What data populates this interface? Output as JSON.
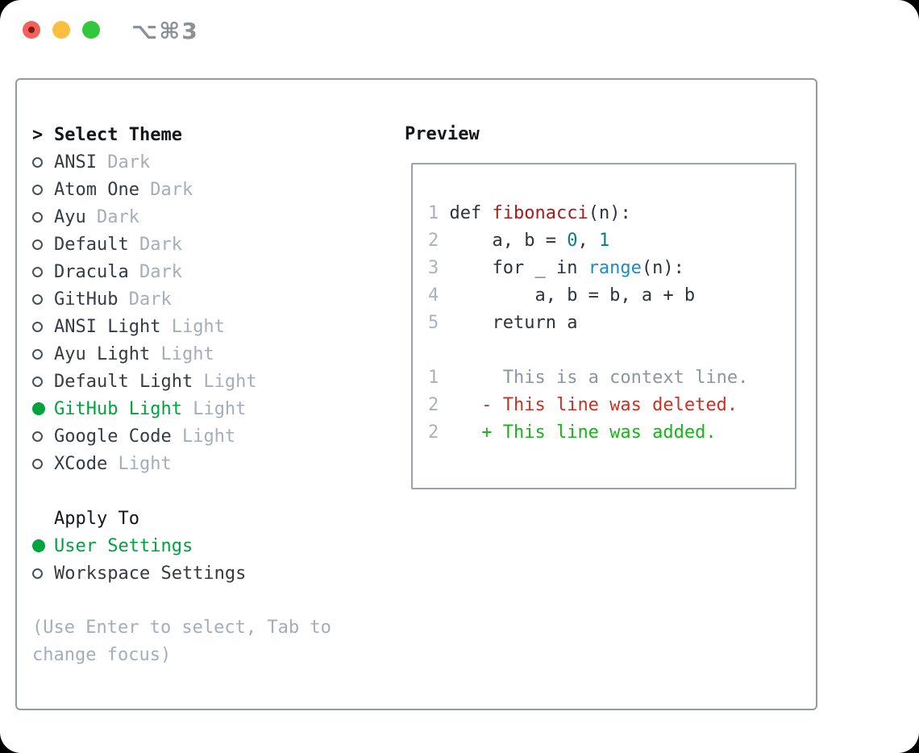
{
  "window": {
    "shortcut": "⌥⌘3",
    "traffic_lights": [
      "close",
      "minimize",
      "zoom"
    ]
  },
  "theme_picker": {
    "prompt": ">",
    "title": "Select Theme",
    "themes": [
      {
        "name": "ANSI",
        "variant": "Dark",
        "selected": false
      },
      {
        "name": "Atom One",
        "variant": "Dark",
        "selected": false
      },
      {
        "name": "Ayu",
        "variant": "Dark",
        "selected": false
      },
      {
        "name": "Default",
        "variant": "Dark",
        "selected": false
      },
      {
        "name": "Dracula",
        "variant": "Dark",
        "selected": false
      },
      {
        "name": "GitHub",
        "variant": "Dark",
        "selected": false
      },
      {
        "name": "ANSI Light",
        "variant": "Light",
        "selected": false
      },
      {
        "name": "Ayu Light",
        "variant": "Light",
        "selected": false
      },
      {
        "name": "Default Light",
        "variant": "Light",
        "selected": false
      },
      {
        "name": "GitHub Light",
        "variant": "Light",
        "selected": true
      },
      {
        "name": "Google Code",
        "variant": "Light",
        "selected": false
      },
      {
        "name": "XCode",
        "variant": "Light",
        "selected": false
      }
    ],
    "apply_to": {
      "title": "Apply To",
      "options": [
        {
          "name": "User Settings",
          "selected": true
        },
        {
          "name": "Workspace Settings",
          "selected": false
        }
      ]
    },
    "hint": "(Use Enter to select, Tab to change focus)"
  },
  "preview": {
    "title": "Preview",
    "code_lines": [
      {
        "gutter": "1",
        "segments": [
          {
            "text": "def ",
            "style": "default"
          },
          {
            "text": "fibonacci",
            "style": "function"
          },
          {
            "text": "(n):",
            "style": "default"
          }
        ]
      },
      {
        "gutter": "2",
        "segments": [
          {
            "text": "    a, b = ",
            "style": "default"
          },
          {
            "text": "0",
            "style": "number"
          },
          {
            "text": ", ",
            "style": "default"
          },
          {
            "text": "1",
            "style": "number"
          }
        ]
      },
      {
        "gutter": "3",
        "segments": [
          {
            "text": "    for _ in ",
            "style": "default"
          },
          {
            "text": "range",
            "style": "builtin"
          },
          {
            "text": "(n):",
            "style": "default"
          }
        ]
      },
      {
        "gutter": "4",
        "segments": [
          {
            "text": "        a, b = b, a + b",
            "style": "default"
          }
        ]
      },
      {
        "gutter": "5",
        "segments": [
          {
            "text": "    return a",
            "style": "default"
          }
        ]
      },
      {
        "gutter": "",
        "segments": []
      },
      {
        "gutter": "1",
        "segments": [
          {
            "text": "     This is a context line.",
            "style": "context"
          }
        ]
      },
      {
        "gutter": "2",
        "segments": [
          {
            "text": "   - This line was deleted.",
            "style": "deleted"
          }
        ]
      },
      {
        "gutter": "2",
        "segments": [
          {
            "text": "   + This line was added.",
            "style": "added"
          }
        ]
      }
    ]
  },
  "colors": {
    "accent": "#00a33e",
    "added_green": "#16b616",
    "deleted_red": "#c73225",
    "func_red": "#a31d1d",
    "number_teal": "#0d7e7e",
    "builtin_blue": "#1e8bc3",
    "context_gray": "#8d969f",
    "code_text": "#2d333a",
    "gutter": "#a9b2bc",
    "muted": "#a4aebb",
    "item_text": "#353b43",
    "heading": "#14171a",
    "radio_ring": "#4a5158",
    "panel_border": "#929ba5",
    "preview_border": "#9aa3ad",
    "tl_red": "#f4605a",
    "tl_red_dot": "#7d1a13",
    "tl_yellow": "#fbbe3f",
    "tl_green": "#32c83c",
    "shortcut_gray": "#8c9196"
  }
}
